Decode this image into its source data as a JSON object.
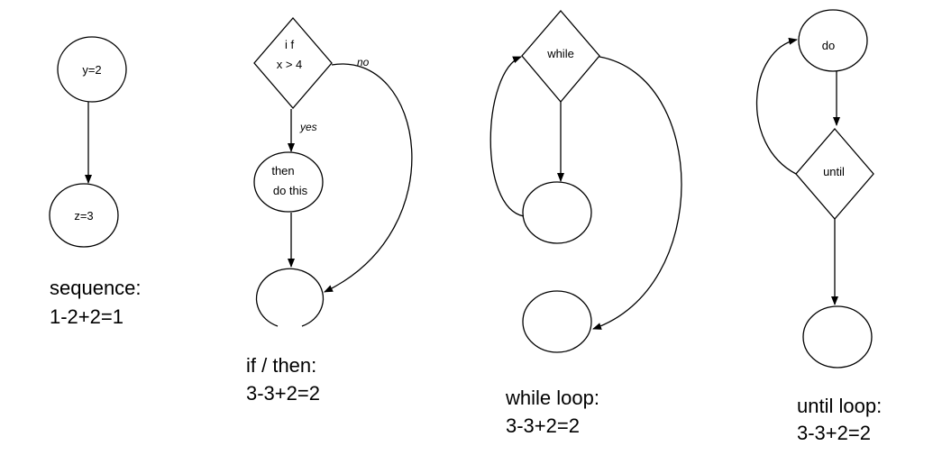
{
  "sequence": {
    "node_top": "y=2",
    "node_bottom": "z=3",
    "caption_line1": "sequence:",
    "caption_line2": "1-2+2=1"
  },
  "if_then": {
    "decision_line1": "i f",
    "decision_line2": "x > 4",
    "label_yes": "yes",
    "label_no": "no",
    "then_line1": "then",
    "then_line2": "do this",
    "caption_line1": "if / then:",
    "caption_line2": "3-3+2=2"
  },
  "while_loop": {
    "decision": "while",
    "caption_line1": "while loop:",
    "caption_line2": "3-3+2=2"
  },
  "until_loop": {
    "node_do": "do",
    "decision": "until",
    "caption_line1": "until loop:",
    "caption_line2": "3-3+2=2"
  }
}
